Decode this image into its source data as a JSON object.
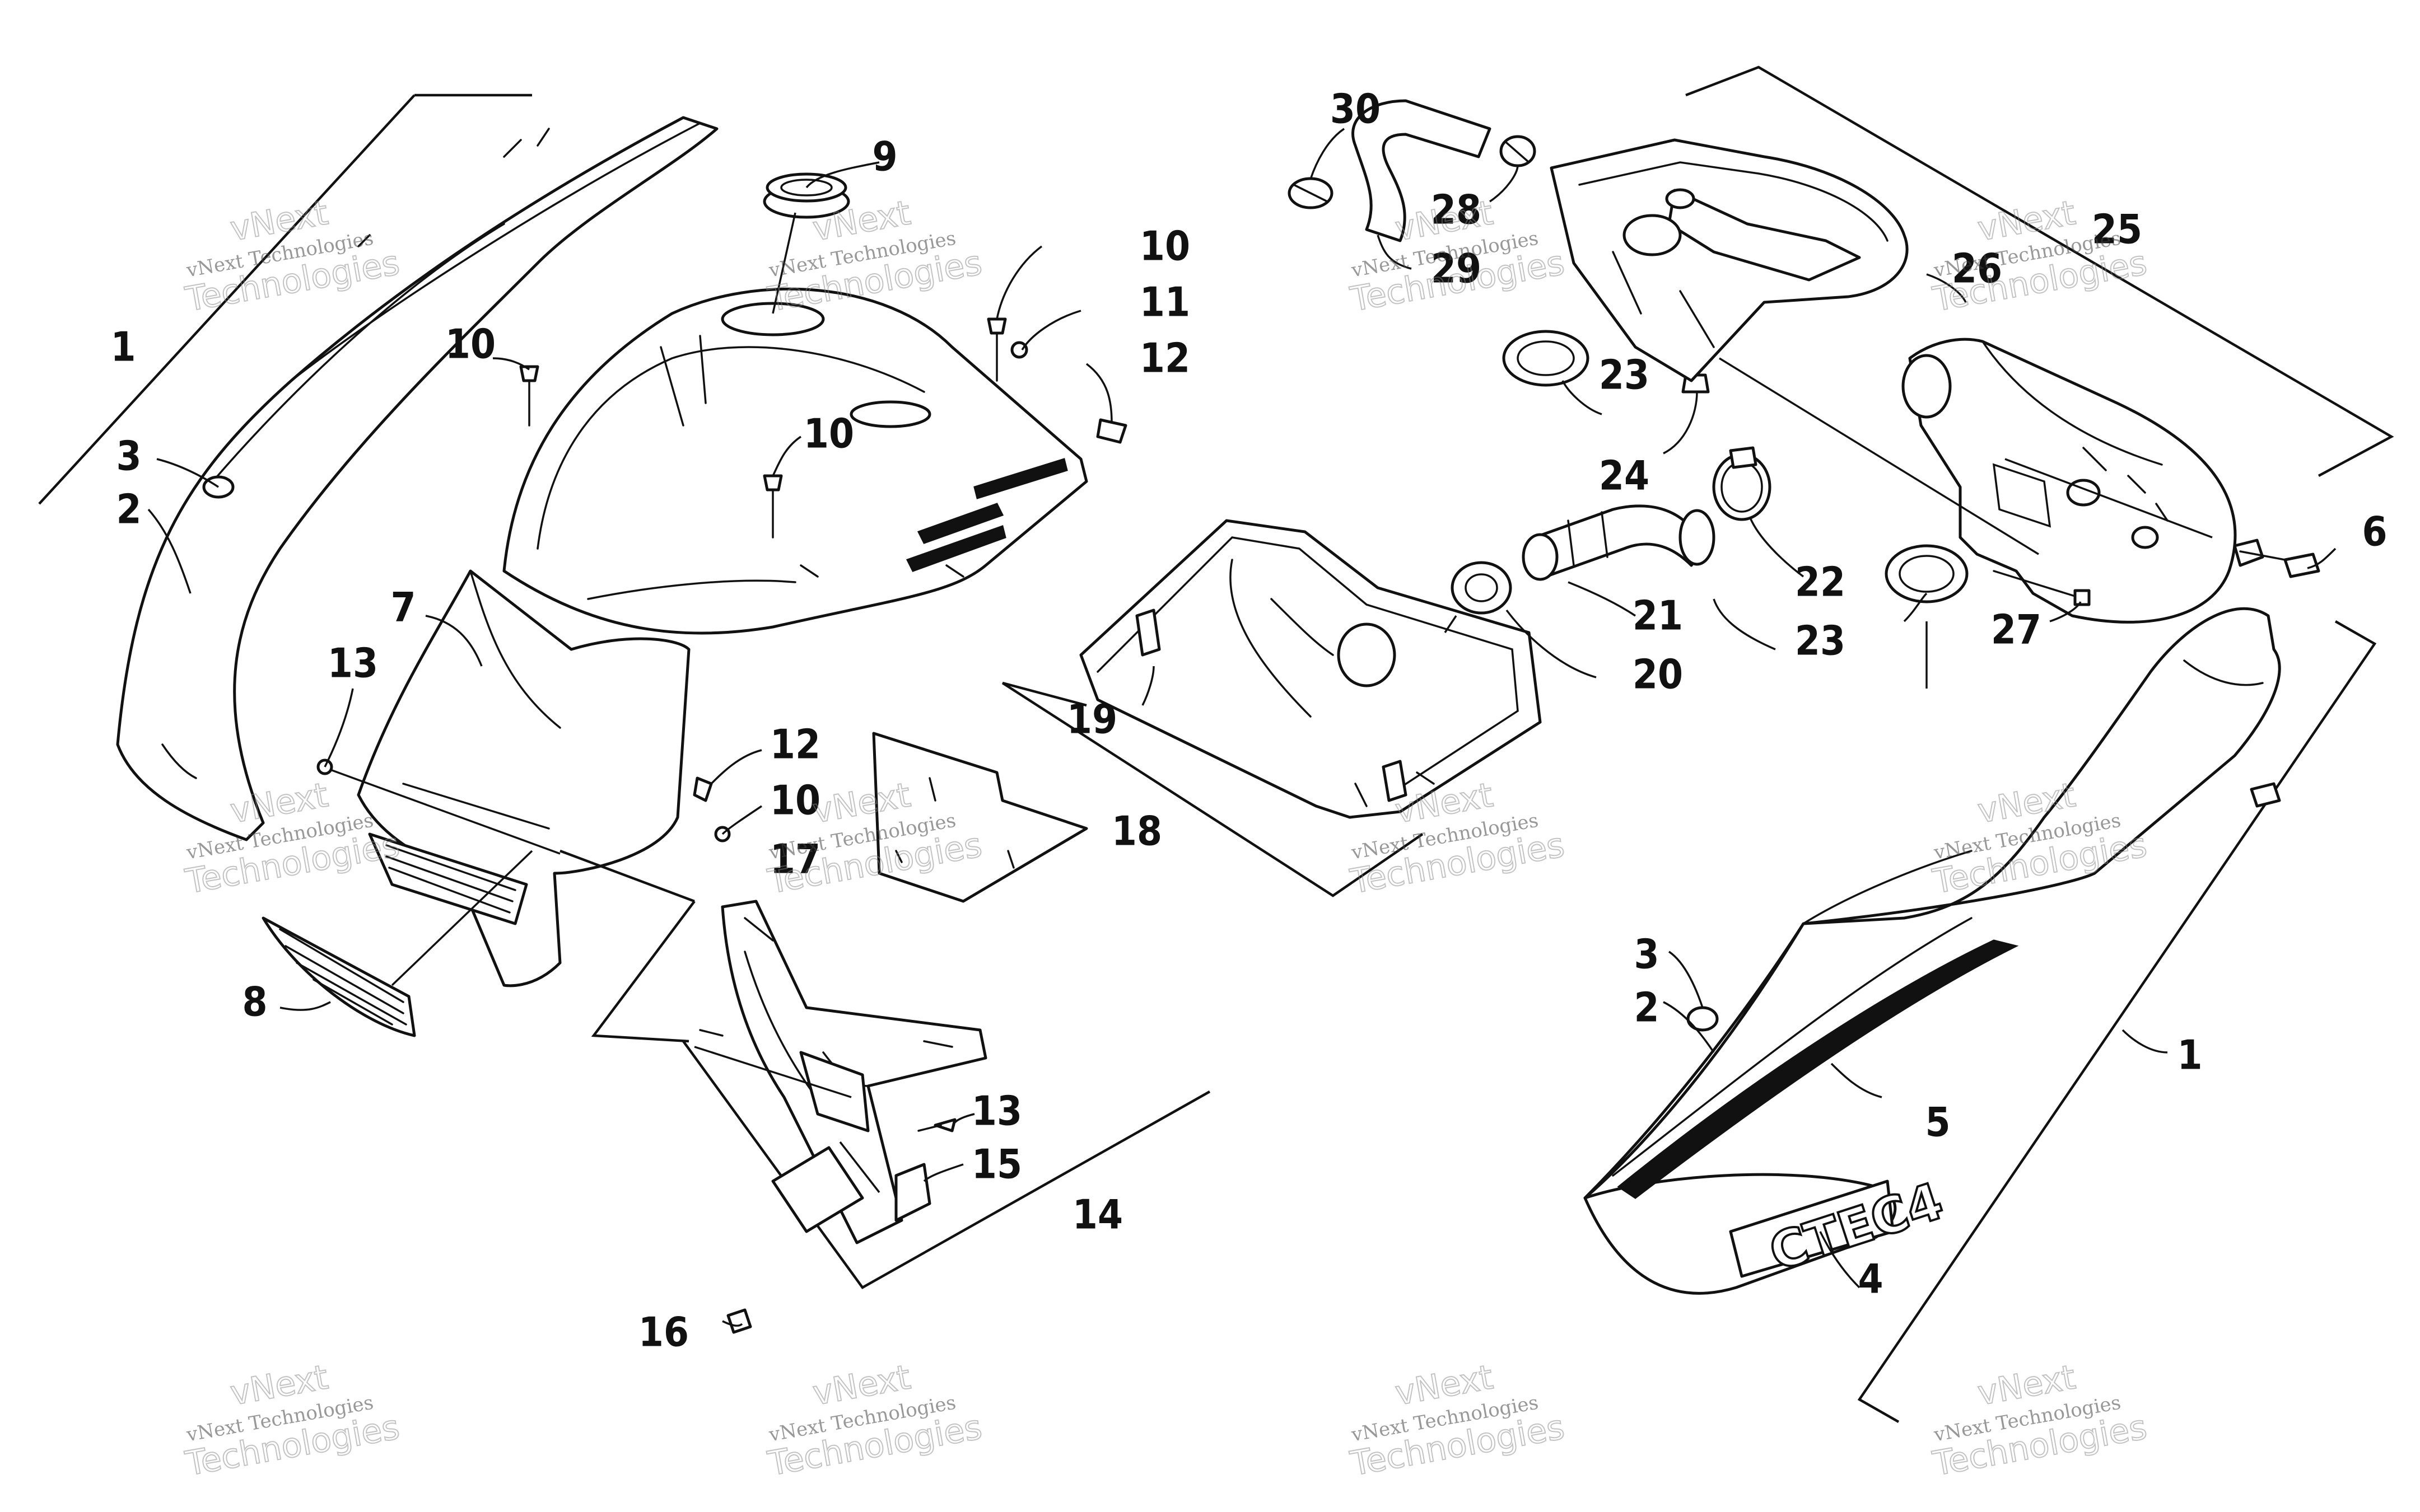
{
  "callouts": [
    {
      "id": "c1a",
      "label": "1"
    },
    {
      "id": "c3a",
      "label": "3"
    },
    {
      "id": "c2a",
      "label": "2"
    },
    {
      "id": "c10a",
      "label": "10"
    },
    {
      "id": "c9",
      "label": "9"
    },
    {
      "id": "c10b",
      "label": "10"
    },
    {
      "id": "c11",
      "label": "11"
    },
    {
      "id": "c12a",
      "label": "12"
    },
    {
      "id": "c10c",
      "label": "10"
    },
    {
      "id": "c7",
      "label": "7"
    },
    {
      "id": "c13a",
      "label": "13"
    },
    {
      "id": "c12b",
      "label": "12"
    },
    {
      "id": "c10d",
      "label": "10"
    },
    {
      "id": "c17",
      "label": "17"
    },
    {
      "id": "c8",
      "label": "8"
    },
    {
      "id": "c13b",
      "label": "13"
    },
    {
      "id": "c15",
      "label": "15"
    },
    {
      "id": "c14",
      "label": "14"
    },
    {
      "id": "c16",
      "label": "16"
    },
    {
      "id": "c30",
      "label": "30"
    },
    {
      "id": "c28",
      "label": "28"
    },
    {
      "id": "c29",
      "label": "29"
    },
    {
      "id": "c25",
      "label": "25"
    },
    {
      "id": "c26",
      "label": "26"
    },
    {
      "id": "c23a",
      "label": "23"
    },
    {
      "id": "c24",
      "label": "24"
    },
    {
      "id": "c6",
      "label": "6"
    },
    {
      "id": "c22",
      "label": "22"
    },
    {
      "id": "c21",
      "label": "21"
    },
    {
      "id": "c20",
      "label": "20"
    },
    {
      "id": "c23b",
      "label": "23"
    },
    {
      "id": "c27",
      "label": "27"
    },
    {
      "id": "c19",
      "label": "19"
    },
    {
      "id": "c18",
      "label": "18"
    },
    {
      "id": "c3b",
      "label": "3"
    },
    {
      "id": "c2b",
      "label": "2"
    },
    {
      "id": "c1b",
      "label": "1"
    },
    {
      "id": "c5",
      "label": "5"
    },
    {
      "id": "c4",
      "label": "4"
    }
  ],
  "watermark": {
    "line1": "vNext Technologies",
    "line2": "Technologies",
    "line3": "vNext"
  },
  "decal": {
    "text": "CTEC4"
  }
}
